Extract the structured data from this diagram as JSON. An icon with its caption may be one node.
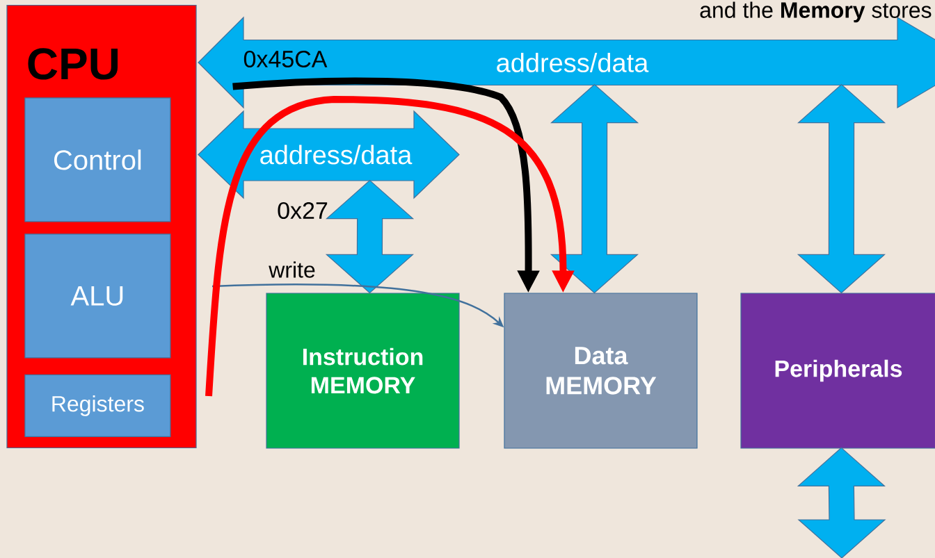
{
  "diagram": {
    "nodes": [
      {
        "text": [
          "CPU"
        ]
      },
      {
        "text": [
          "Control"
        ],
        "in": 0
      },
      {
        "text": [
          "ALU"
        ],
        "in": 0
      },
      {
        "text": [
          "Registers"
        ],
        "in": 0
      },
      {
        "text": [
          "address/data"
        ]
      },
      {
        "text": [
          "address/data"
        ]
      },
      {
        "text": [
          "Instruction MEMORY"
        ]
      },
      {
        "text": [
          "Data MEMORY"
        ]
      },
      {
        "text": [
          "Peripherals"
        ]
      }
    ],
    "edges": [
      {
        "from": 4,
        "to": 7,
        "arrow": "both"
      },
      {
        "from": 4,
        "to": 8,
        "arrow": "both"
      },
      {
        "from": 5,
        "to": 6,
        "arrow": "both",
        "label": "0x27"
      },
      {
        "from": 8,
        "to": null,
        "arrow": "both"
      },
      {
        "from": null,
        "to": 7,
        "arrow": "to",
        "color": "#41719c",
        "label": "write"
      },
      {
        "from": 4,
        "to": 7,
        "arrow": "to",
        "color": "#000000",
        "label": "0x45CA"
      },
      {
        "from": null,
        "to": 7,
        "arrow": "to",
        "color": "#ff0000"
      }
    ],
    "labels": [
      "and the **Memory** stores"
    ]
  }
}
